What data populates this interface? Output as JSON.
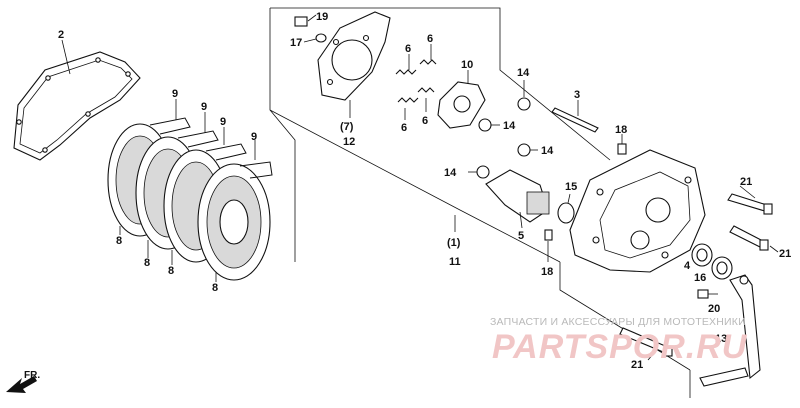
{
  "callouts": {
    "c2": "2",
    "c3": "3",
    "c4": "4",
    "c5": "5",
    "c6a": "6",
    "c6b": "6",
    "c6c": "6",
    "c6d": "6",
    "c7": "(7)",
    "c8a": "8",
    "c8b": "8",
    "c8c": "8",
    "c8d": "8",
    "c9a": "9",
    "c9b": "9",
    "c9c": "9",
    "c9d": "9",
    "c10": "10",
    "c1": "(1)",
    "c11": "11",
    "c12": "12",
    "c13": "13",
    "c14a": "14",
    "c14b": "14",
    "c14c": "14",
    "c14d": "14",
    "c15": "15",
    "c16": "16",
    "c17": "17",
    "c18a": "18",
    "c18b": "18",
    "c19": "19",
    "c20": "20",
    "c21a": "21",
    "c21b": "21",
    "c21c": "21"
  },
  "watermark": {
    "line1": "ЗАПЧАСТИ И АКСЕССУАРЫ ДЛЯ МОТОТЕХНИКИ",
    "line2": "PARTSPOR.RU"
  },
  "direction_label": "FR."
}
